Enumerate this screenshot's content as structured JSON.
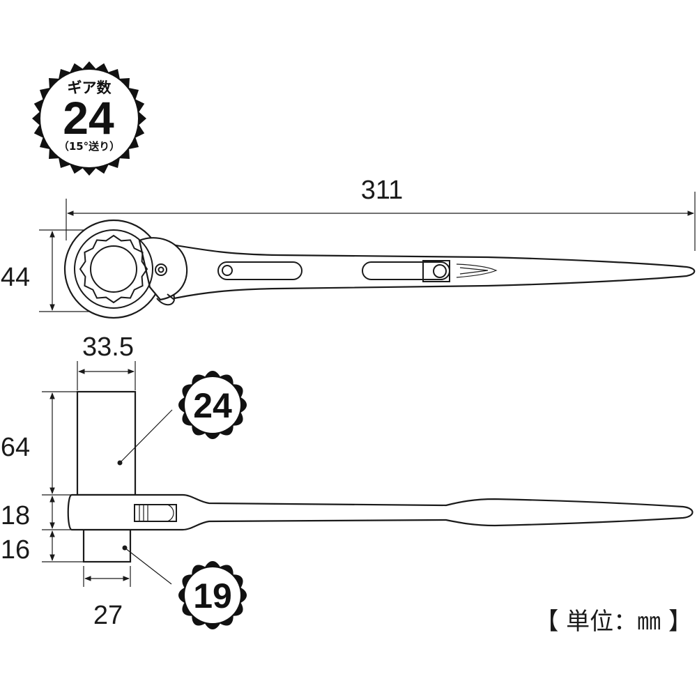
{
  "badge": {
    "label": "ギア数",
    "value": "24",
    "note": "（15°送り）"
  },
  "dimensions": {
    "overall_length": "311",
    "head_height": "44",
    "socket_width": "33.5",
    "socket_top_length": "64",
    "head_thickness": "18",
    "socket_bottom_length": "16",
    "socket_bottom_width": "27"
  },
  "sockets": {
    "large": "24",
    "small": "19"
  },
  "unit_label": "【 単位：㎜ 】",
  "colors": {
    "line": "#1a1a1a",
    "badge_fill": "#111111",
    "background": "#ffffff"
  }
}
